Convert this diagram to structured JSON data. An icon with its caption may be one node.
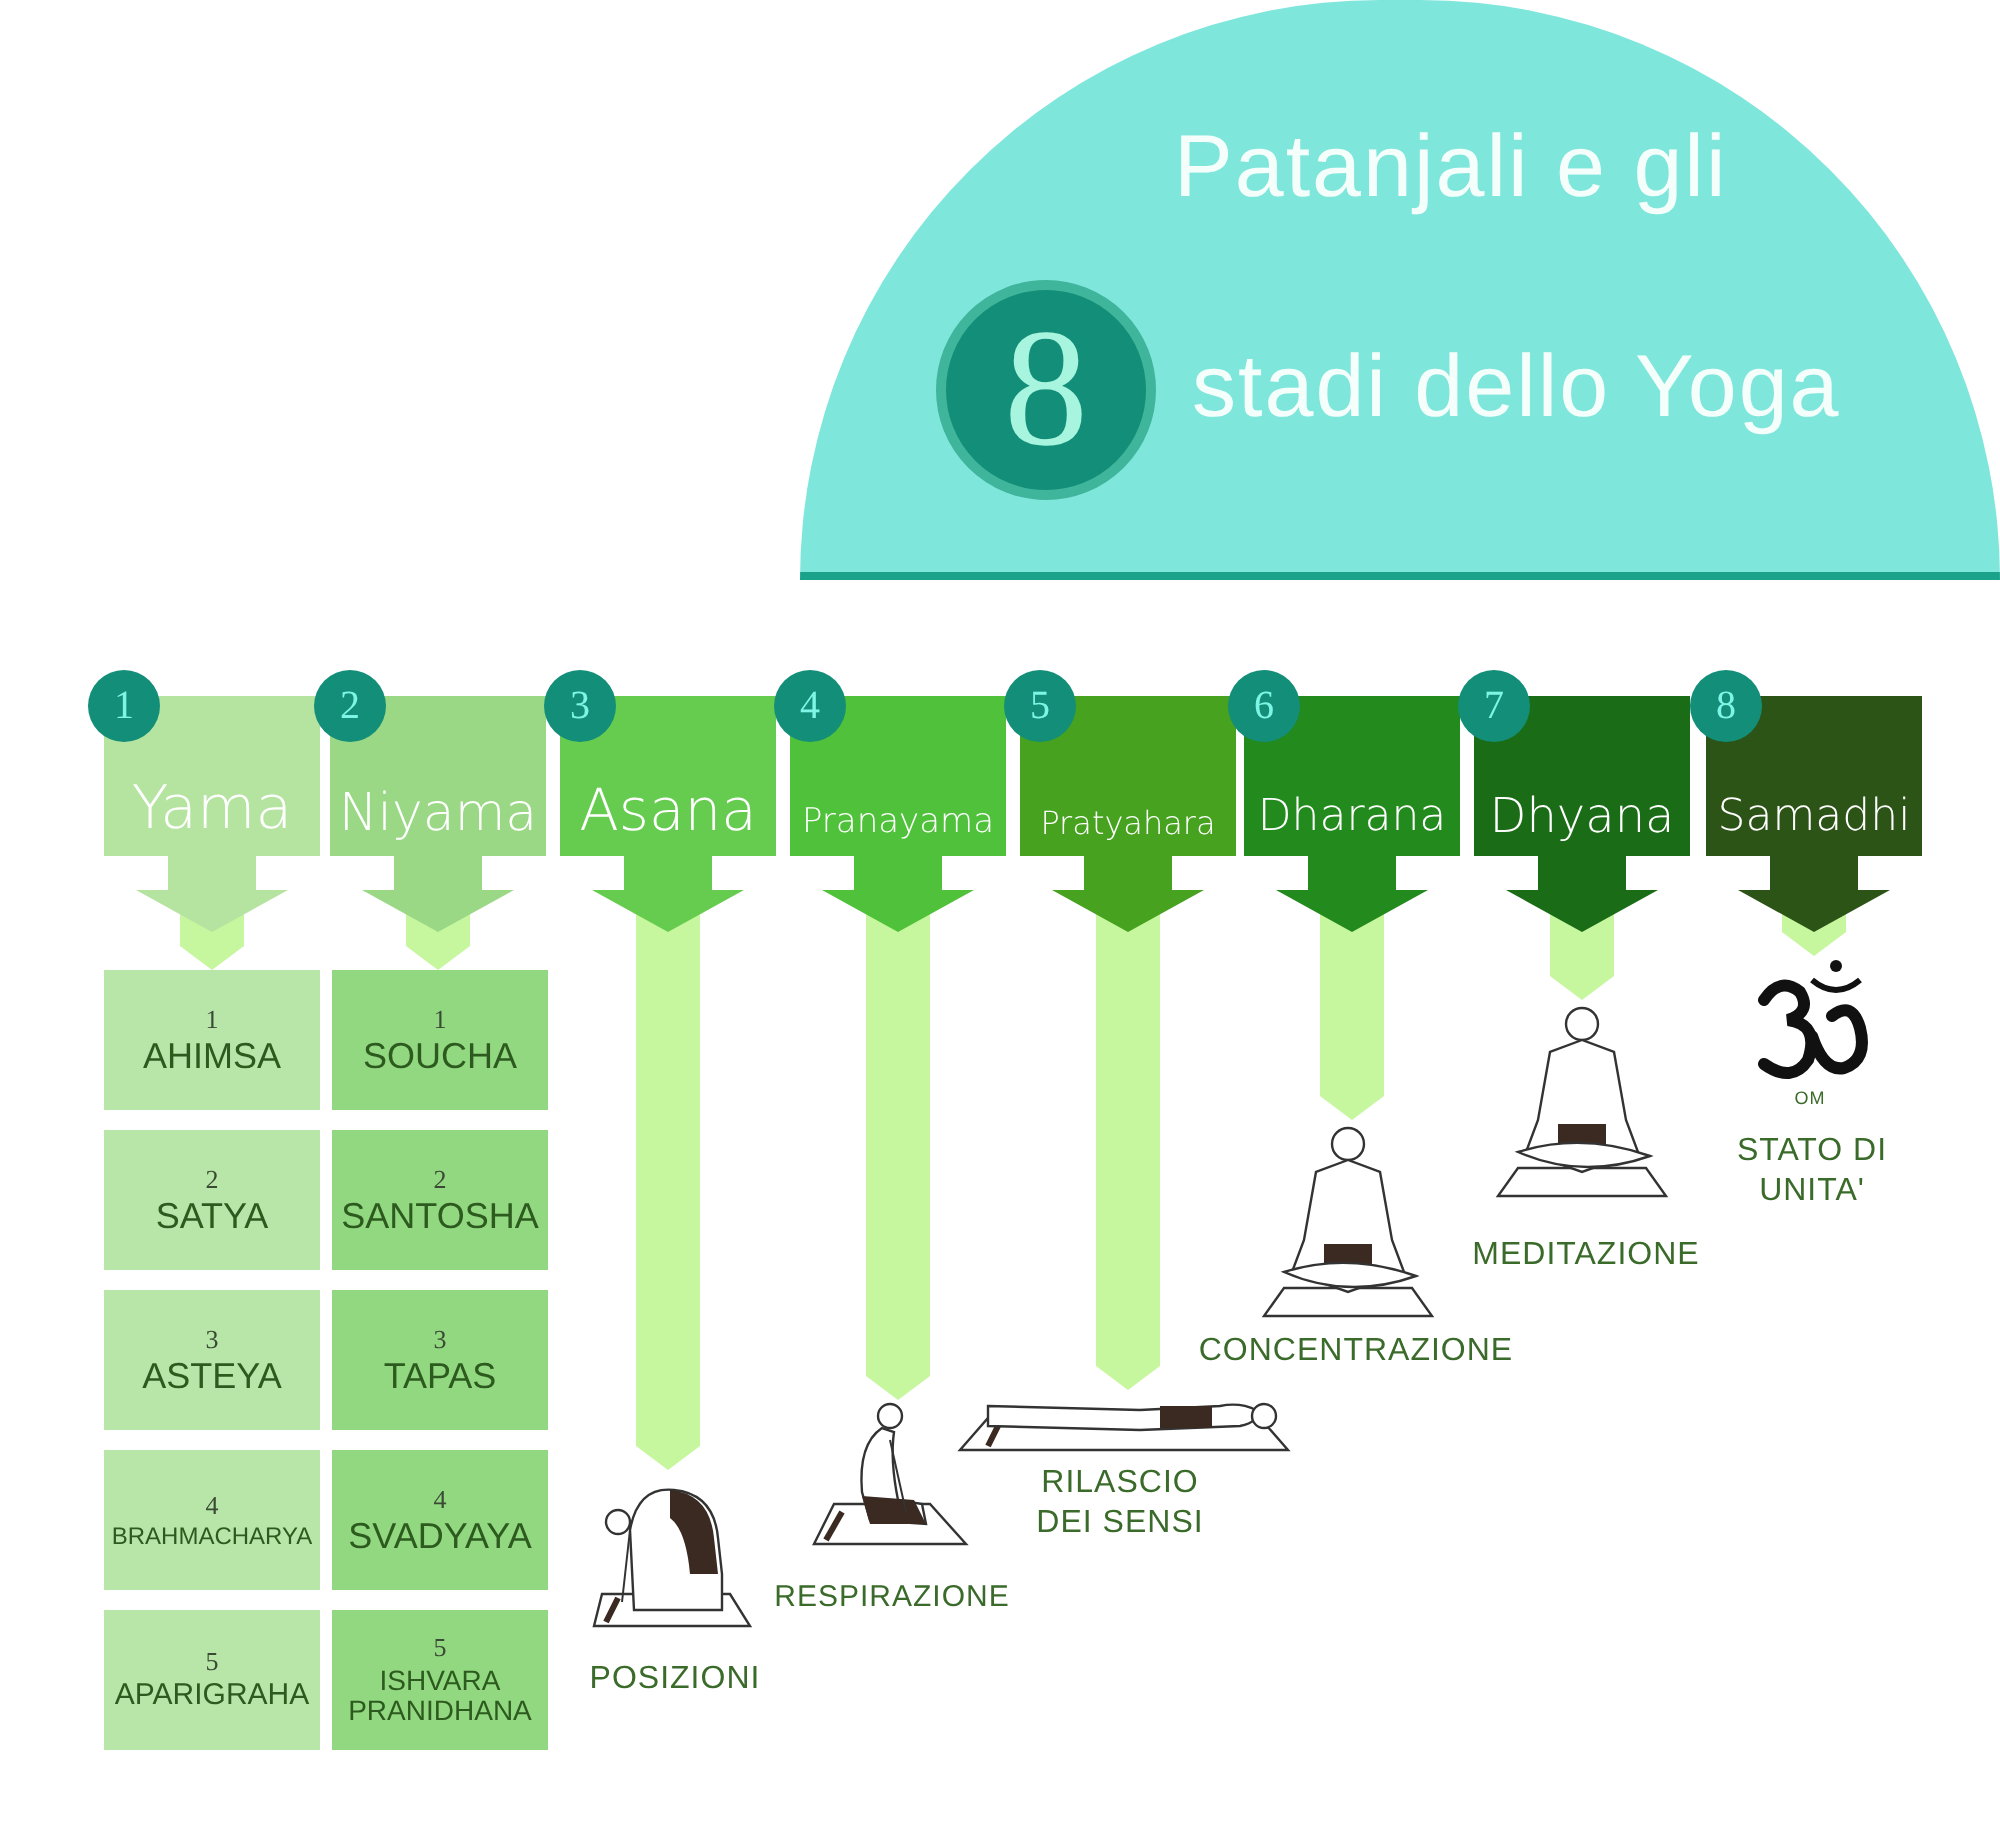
{
  "diagram": {
    "nodes": [
      {
        "text": [
          "Patanjali e gli",
          "stadi dello Yoga"
        ]
      },
      {
        "text": [
          "8"
        ],
        "in": 0
      },
      {
        "text": [
          "1",
          "Yama"
        ]
      },
      {
        "text": [
          "2",
          "Niyama"
        ]
      },
      {
        "text": [
          "3",
          "Asana"
        ]
      },
      {
        "text": [
          "4",
          "Pranayama"
        ]
      },
      {
        "text": [
          "5",
          "Pratyahara"
        ]
      },
      {
        "text": [
          "6",
          "Dharana"
        ]
      },
      {
        "text": [
          "7",
          "Dhyana"
        ]
      },
      {
        "text": [
          "8",
          "Samadhi"
        ]
      },
      {
        "text": [
          "1",
          "AHIMSA"
        ]
      },
      {
        "text": [
          "2",
          "SATYA"
        ]
      },
      {
        "text": [
          "3",
          "ASTEYA"
        ]
      },
      {
        "text": [
          "4",
          "BRAHMACHARYA"
        ]
      },
      {
        "text": [
          "5",
          "APARIGRAHA"
        ]
      },
      {
        "text": [
          "1",
          "SOUCHA"
        ]
      },
      {
        "text": [
          "2",
          "SANTOSHA"
        ]
      },
      {
        "text": [
          "3",
          "TAPAS"
        ]
      },
      {
        "text": [
          "4",
          "SVADYAYA"
        ]
      },
      {
        "text": [
          "5",
          "ISHVARA PRANIDHANA"
        ]
      },
      {
        "text": [],
        "shape": "picture",
        "beside": [
          "POSIZIONI"
        ]
      },
      {
        "text": [],
        "shape": "picture",
        "beside": [
          "RESPIRAZIONE"
        ]
      },
      {
        "text": [],
        "shape": "picture",
        "beside": [
          "RILASCIO DEI SENSI"
        ]
      },
      {
        "text": [],
        "shape": "picture",
        "beside": [
          "CONCENTRAZIONE"
        ]
      },
      {
        "text": [],
        "shape": "picture",
        "beside": [
          "MEDITAZIONE"
        ]
      },
      {
        "text": [],
        "shape": "picture",
        "beside": [
          "OM",
          "STATO DI UNITA'"
        ]
      }
    ],
    "edges": [
      {
        "from": 2,
        "to": 10,
        "arrow": "to"
      },
      {
        "from": 3,
        "to": 15,
        "arrow": "to"
      },
      {
        "from": 4,
        "to": 20,
        "arrow": "to"
      },
      {
        "from": 5,
        "to": 21,
        "arrow": "to"
      },
      {
        "from": 6,
        "to": 22,
        "arrow": "to"
      },
      {
        "from": 7,
        "to": 23,
        "arrow": "to"
      },
      {
        "from": 8,
        "to": 24,
        "arrow": "to"
      },
      {
        "from": 9,
        "to": 25,
        "arrow": "to"
      }
    ]
  }
}
